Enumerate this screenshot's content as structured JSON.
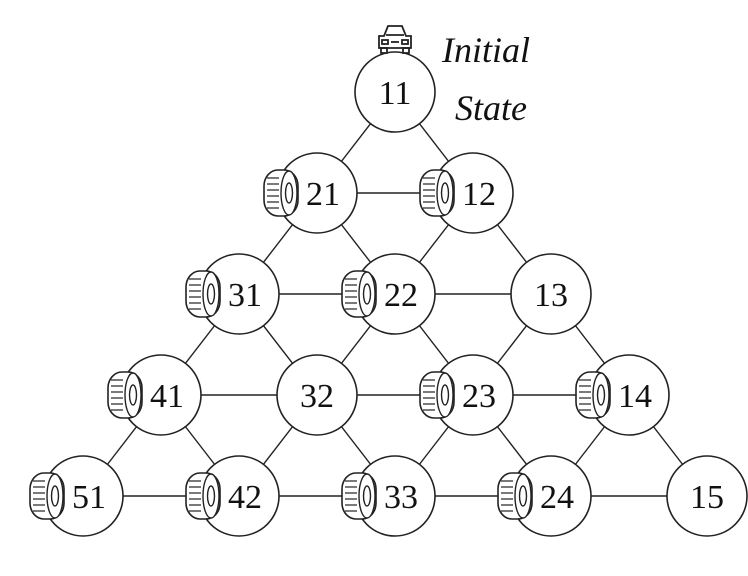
{
  "annotation": {
    "line1": "Initial",
    "line2": "State"
  },
  "icons": {
    "car": "car-icon",
    "tire": "tire-icon"
  },
  "nodes": [
    {
      "id": "11",
      "label": "11",
      "row": 1,
      "col": 1,
      "tire": false,
      "car": true
    },
    {
      "id": "21",
      "label": "21",
      "row": 2,
      "col": 1,
      "tire": true,
      "car": false
    },
    {
      "id": "12",
      "label": "12",
      "row": 1,
      "col": 2,
      "tire": true,
      "car": false
    },
    {
      "id": "31",
      "label": "31",
      "row": 3,
      "col": 1,
      "tire": true,
      "car": false
    },
    {
      "id": "22",
      "label": "22",
      "row": 2,
      "col": 2,
      "tire": true,
      "car": false
    },
    {
      "id": "13",
      "label": "13",
      "row": 1,
      "col": 3,
      "tire": false,
      "car": false
    },
    {
      "id": "41",
      "label": "41",
      "row": 4,
      "col": 1,
      "tire": true,
      "car": false
    },
    {
      "id": "32",
      "label": "32",
      "row": 3,
      "col": 2,
      "tire": false,
      "car": false
    },
    {
      "id": "23",
      "label": "23",
      "row": 2,
      "col": 3,
      "tire": true,
      "car": false
    },
    {
      "id": "14",
      "label": "14",
      "row": 1,
      "col": 4,
      "tire": true,
      "car": false
    },
    {
      "id": "51",
      "label": "51",
      "row": 5,
      "col": 1,
      "tire": true,
      "car": false
    },
    {
      "id": "42",
      "label": "42",
      "row": 4,
      "col": 2,
      "tire": true,
      "car": false
    },
    {
      "id": "33",
      "label": "33",
      "row": 3,
      "col": 3,
      "tire": true,
      "car": false
    },
    {
      "id": "24",
      "label": "24",
      "row": 2,
      "col": 4,
      "tire": true,
      "car": false
    },
    {
      "id": "15",
      "label": "15",
      "row": 1,
      "col": 5,
      "tire": false,
      "car": false
    }
  ],
  "edges": [
    [
      "11",
      "21"
    ],
    [
      "11",
      "12"
    ],
    [
      "21",
      "12"
    ],
    [
      "21",
      "31"
    ],
    [
      "21",
      "22"
    ],
    [
      "12",
      "22"
    ],
    [
      "12",
      "13"
    ],
    [
      "31",
      "22"
    ],
    [
      "22",
      "13"
    ],
    [
      "31",
      "41"
    ],
    [
      "31",
      "32"
    ],
    [
      "22",
      "32"
    ],
    [
      "22",
      "23"
    ],
    [
      "13",
      "23"
    ],
    [
      "13",
      "14"
    ],
    [
      "41",
      "32"
    ],
    [
      "32",
      "23"
    ],
    [
      "23",
      "14"
    ],
    [
      "41",
      "51"
    ],
    [
      "41",
      "42"
    ],
    [
      "32",
      "42"
    ],
    [
      "32",
      "33"
    ],
    [
      "23",
      "33"
    ],
    [
      "23",
      "24"
    ],
    [
      "14",
      "24"
    ],
    [
      "14",
      "15"
    ],
    [
      "51",
      "42"
    ],
    [
      "42",
      "33"
    ],
    [
      "33",
      "24"
    ],
    [
      "24",
      "15"
    ]
  ]
}
